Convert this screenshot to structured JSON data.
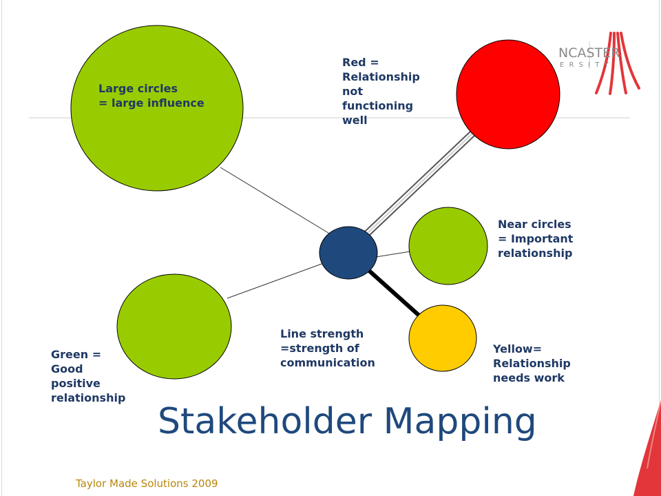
{
  "slide": {
    "title": "Stakeholder Mapping",
    "footer": "Taylor Made Solutions 2009",
    "logo": {
      "text_line1": "NCASTER",
      "text_line2": "E R S I T Y"
    }
  },
  "legend_labels": {
    "large_circles": "Large circles\n= large influence",
    "red": "Red =\nRelationship\nnot\nfunctioning\nwell",
    "near_circles": "Near circles\n= Important\nrelationship",
    "yellow": "Yellow=\nRelationship\nneeds work",
    "line_strength": "Line strength\n=strength of\ncommunication",
    "green": "Green =\nGood\npositive\nrelationship"
  },
  "colors": {
    "green": "#99cc00",
    "red": "#ff0000",
    "yellow": "#ffcc00",
    "center": "#1f497d",
    "text": "#1f3864",
    "title": "#1f497d",
    "footer": "#b8860b",
    "logo_red": "#e2363a"
  },
  "stakeholders": [
    {
      "name": "large-green-stakeholder",
      "color": "green",
      "line_strength": "thin"
    },
    {
      "name": "red-stakeholder",
      "color": "red",
      "line_strength": "double"
    },
    {
      "name": "near-green-stakeholder",
      "color": "green",
      "line_strength": "thin"
    },
    {
      "name": "yellow-stakeholder",
      "color": "yellow",
      "line_strength": "thick"
    },
    {
      "name": "lower-green-stakeholder",
      "color": "green",
      "line_strength": "thin"
    }
  ]
}
